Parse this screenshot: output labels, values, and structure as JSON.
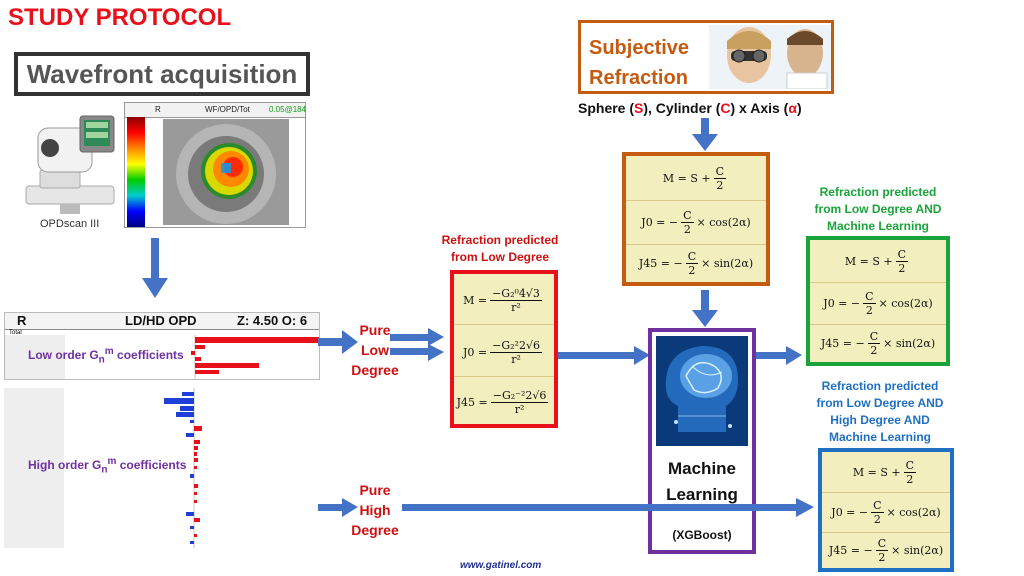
{
  "title": "STUDY PROTOCOL",
  "wavefront": {
    "title": "Wavefront acquisition",
    "device_label": "OPDscan III",
    "topo_header_left": "R",
    "topo_header_center": "WF/OPD/Tot",
    "topo_header_right": "0.05@184"
  },
  "coeff_panel": {
    "header_left": "R",
    "header_center": "LD/HD OPD",
    "header_right": "Z: 4.50  O: 6",
    "total_label": "Total",
    "low_order_label": "Low order G",
    "low_order_sub": "n",
    "low_order_sup": "m",
    "low_order_rest": " coefficients",
    "high_order_label": "High order G",
    "high_order_sub": "n",
    "high_order_sup": "m",
    "high_order_rest": " coefficients"
  },
  "pure_low": [
    "Pure",
    "Low",
    "Degree"
  ],
  "pure_high": [
    "Pure",
    "High",
    "Degree"
  ],
  "pred_low_label": [
    "Refraction predicted",
    "from Low Degree"
  ],
  "subjective": {
    "title_line1": "Subjective",
    "title_line2": "Refraction",
    "sca_sphere": "Sphere (",
    "sca_s": "S",
    "sca_mid1": "), Cylinder (",
    "sca_c": "C",
    "sca_mid2": ") x Axis (",
    "sca_a": "α",
    "sca_end": ")"
  },
  "formulas_low": {
    "m_lhs": "M =",
    "m_num": "−G₂⁰4√3",
    "m_den": "r²",
    "j0_lhs": "J0 =",
    "j0_num": "−G₂²2√6",
    "j0_den": "r²",
    "j45_lhs": "J45 =",
    "j45_num": "−G₂⁻²2√6",
    "j45_den": "r²"
  },
  "formulas_std": {
    "m_lhs": "M = S +",
    "c": "C",
    "two": "2",
    "j0_lhs": "J0 = −",
    "j0_rhs": "× cos(2α)",
    "j45_lhs": "J45 = −",
    "j45_rhs": "× sin(2α)"
  },
  "ml": {
    "title_line1": "Machine",
    "title_line2": "Learning",
    "subtitle": "(XGBoost)"
  },
  "green_label": [
    "Refraction predicted",
    "from Low Degree AND",
    "Machine Learning"
  ],
  "blue_label": [
    "Refraction predicted",
    "from Low Degree AND",
    "High Degree AND",
    "Machine Learning"
  ],
  "website": "www.gatinel.com",
  "colors": {
    "red": "#e8111b",
    "orange": "#c55a11",
    "green": "#1aa33a",
    "blue": "#1f6fc2",
    "purple": "#7030a0",
    "arrow": "#4472c4",
    "formula_bg": "#f3eebe"
  },
  "icons": [
    "ophthalmic-device-icon",
    "wavefront-map-icon",
    "eye-exam-photo-icon",
    "brain-circuit-icon"
  ]
}
